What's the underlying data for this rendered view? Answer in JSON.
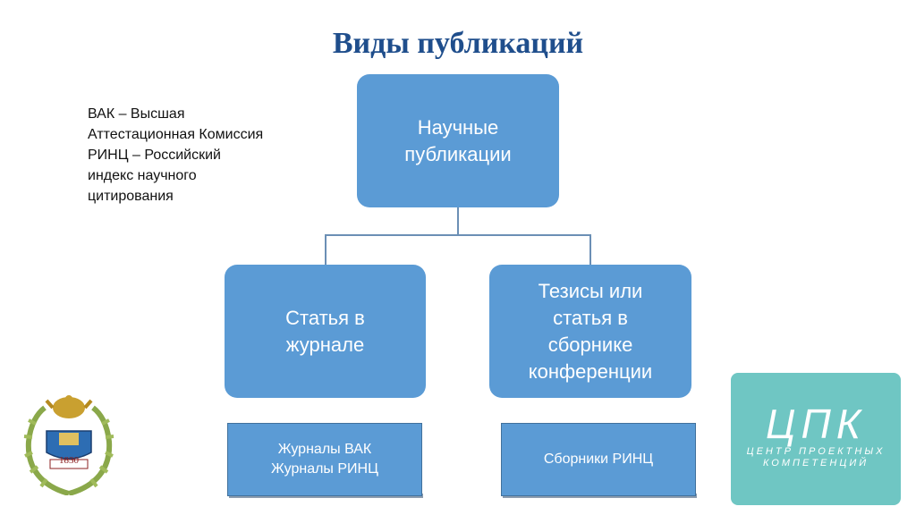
{
  "title": "Виды публикаций",
  "legend": {
    "lines": [
      "ВАК – Высшая",
      "Аттестационная Комиссия",
      "РИНЦ – Российский",
      "индекс научного",
      "цитирования"
    ]
  },
  "nodes": {
    "root": {
      "lines": [
        "Научные",
        "публикации"
      ]
    },
    "left": {
      "lines": [
        "Статья в",
        "журнале"
      ]
    },
    "right": {
      "lines": [
        "Тезисы или",
        "статья в",
        "сборнике",
        "конференции"
      ]
    }
  },
  "subboxes": {
    "left": {
      "lines": [
        "Журналы ВАК",
        "Журналы РИНЦ"
      ]
    },
    "right": {
      "lines": [
        "Сборники РИНЦ"
      ]
    }
  },
  "logos": {
    "emblem_year": "1830",
    "cpk_title": "ЦПК",
    "cpk_sub": [
      "ЦЕНТР ПРОЕКТНЫХ",
      "КОМПЕТЕНЦИЙ"
    ]
  },
  "colors": {
    "node_fill": "#5b9bd5",
    "title": "#1f4e8c",
    "cpk_fill": "#6fc6c3",
    "connector": "#6b8fb5"
  }
}
